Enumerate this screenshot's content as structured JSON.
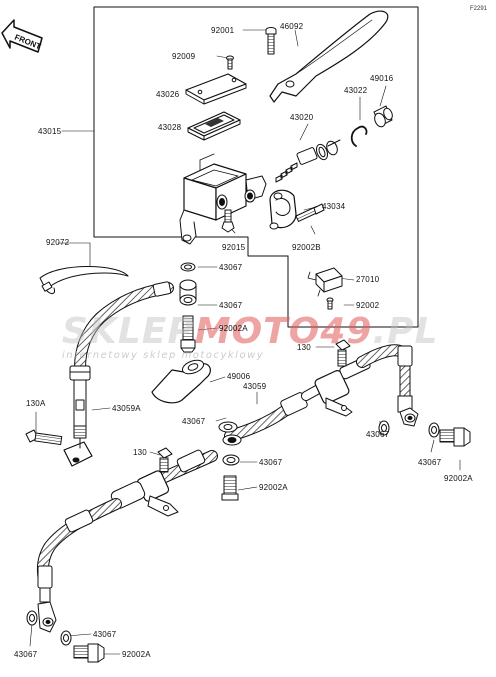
{
  "diagram": {
    "reference_code": "F2291",
    "front_arrow_text": "FRONT",
    "colors": {
      "line": "#111111",
      "watermark_gray": "#bebebe",
      "watermark_red": "#e25a5a",
      "paper": "#ffffff"
    },
    "watermark": {
      "left": "SKLEP",
      "accent": "MOTO49",
      "right": ".PL",
      "subtitle": "internetowy sklep motocyklowy"
    },
    "labels": {
      "l92001": "92001",
      "l46092": "46092",
      "l92009": "92009",
      "l43026": "43026",
      "l43022": "43022",
      "l49016": "49016",
      "l43015": "43015",
      "l43028": "43028",
      "l43020": "43020",
      "l43034": "43034",
      "l92015": "92015",
      "l92002B": "92002B",
      "l92072": "92072",
      "l43067a": "43067",
      "l43067b": "43067",
      "l27010": "27010",
      "l92002a": "92002",
      "l92002Aa": "92002A",
      "l130a": "130",
      "l49006": "49006",
      "l130A": "130A",
      "l43059A": "43059A",
      "l43059": "43059",
      "l43067c": "43067",
      "l43067d": "43067",
      "l43067e": "43067",
      "l130b": "130",
      "l43067f": "43067",
      "l92002Ab": "92002A",
      "l92002Ac": "92002A",
      "l43067g": "43067",
      "l43067h": "43067",
      "l92002Ad": "92002A"
    }
  }
}
